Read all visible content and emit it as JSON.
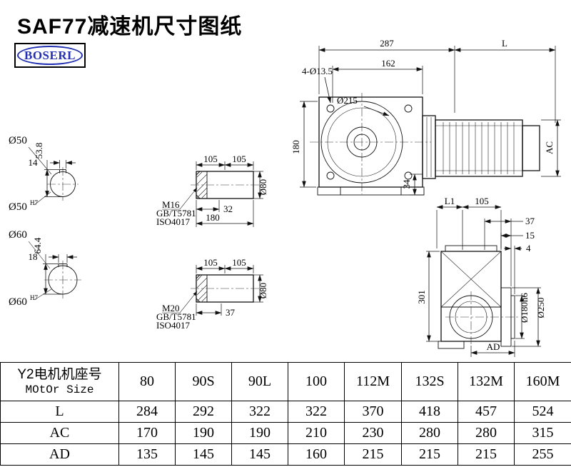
{
  "title": "SAF77减速机尺寸图纸",
  "logo": "BOSERL",
  "front_view": {
    "dim_287": "287",
    "dim_L": "L",
    "dim_162": "162",
    "dim_holes": "4-Ø13.5",
    "dim_d215": "Ø215",
    "dim_180": "180",
    "dim_34": "34",
    "dim_AC": "AC"
  },
  "shaft_section_50": {
    "label_d50": "Ø50",
    "dim_14": "14",
    "dim_53_8": "53.8",
    "bore_label": "Ø50",
    "bore_tolerance": "H7"
  },
  "shaft_section_60": {
    "label_d60": "Ø60",
    "dim_18": "18",
    "dim_64_4": "64.4",
    "bore_label": "Ø60",
    "bore_tolerance": "H7"
  },
  "shaft_detail_m16": {
    "dim_105_left": "105",
    "dim_105_right": "105",
    "thread": "M16",
    "standard_gb": "GB/T5781",
    "standard_iso": "ISO4017",
    "dim_32": "32",
    "dim_180": "180",
    "dim_d80": "Ø80"
  },
  "shaft_detail_m20": {
    "dim_105_left": "105",
    "dim_105_right": "105",
    "thread": "M20",
    "standard_gb": "GB/T5781",
    "standard_iso": "ISO4017",
    "dim_37": "37",
    "dim_d80": "Ø80"
  },
  "side_view": {
    "dim_L1": "L1",
    "dim_105": "105",
    "dim_37": "37",
    "dim_15": "15",
    "dim_4": "4",
    "dim_301": "301",
    "dim_d180": "Ø180h6",
    "dim_d250": "Ø250",
    "dim_AD": "AD"
  },
  "table": {
    "header_line1": "Y2电机机座号",
    "header_line2": "MOtOr Size",
    "columns": [
      "80",
      "90S",
      "90L",
      "100",
      "112M",
      "132S",
      "132M",
      "160M"
    ],
    "rows": [
      {
        "label": "L",
        "values": [
          "284",
          "292",
          "322",
          "322",
          "370",
          "418",
          "457",
          "524"
        ]
      },
      {
        "label": "AC",
        "values": [
          "170",
          "190",
          "190",
          "210",
          "230",
          "280",
          "280",
          "315"
        ]
      },
      {
        "label": "AD",
        "values": [
          "135",
          "145",
          "145",
          "160",
          "215",
          "215",
          "215",
          "255"
        ]
      }
    ]
  }
}
